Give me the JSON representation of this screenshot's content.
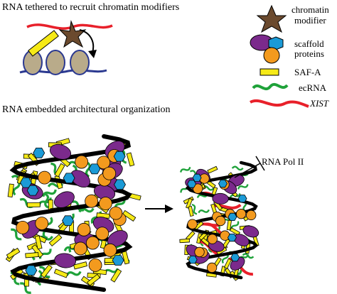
{
  "panels": {
    "top_title": "RNA tethered to recruit chromatin modifiers",
    "bottom_title": "RNA embedded architectural organization"
  },
  "legend": {
    "chromatin_modifier": [
      "chromatin",
      "modifier"
    ],
    "scaffold_proteins": [
      "scaffold",
      "proteins"
    ],
    "saf_a": "SAF-A",
    "ecrna": "ecRNA",
    "xist": "XIST"
  },
  "annotations": {
    "rna_pol": "RNA Pol II"
  },
  "colors": {
    "xist_red": "#e8202a",
    "ecrna_green": "#1fa23a",
    "saf_yellow": "#f6ea17",
    "protein_purple": "#7b2a8c",
    "protein_orange": "#f39a1e",
    "protein_blue": "#1b9ad6",
    "modifier_brown": "#6b4a2e",
    "nucleosome_tan": "#b9ab8a",
    "dna_blue": "#2b3990"
  }
}
